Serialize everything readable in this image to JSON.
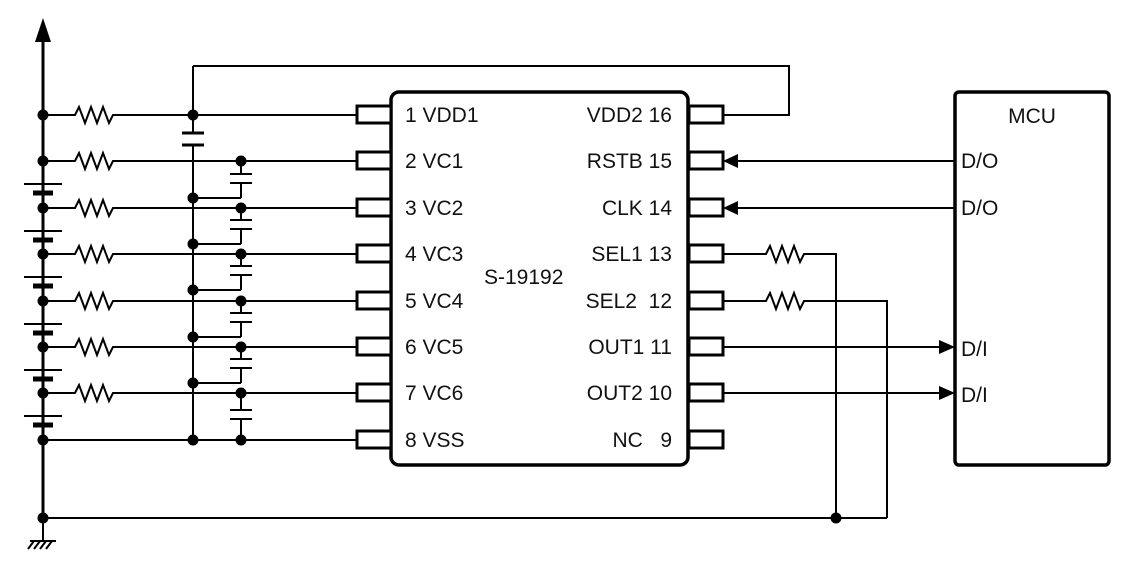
{
  "chip": {
    "name": "S-19192",
    "left_pins": [
      "1 VDD1",
      "2 VC1",
      "3 VC2",
      "4 VC3",
      "5 VC4",
      "6 VC5",
      "7 VC6",
      "8 VSS"
    ],
    "right_pins": [
      "VDD2 16",
      "RSTB 15",
      "CLK 14",
      "SEL1 13",
      "SEL2  12",
      "OUT1 11",
      "OUT2 10",
      "NC   9"
    ]
  },
  "mcu": {
    "title": "MCU",
    "ports": [
      "D/O",
      "D/O",
      "D/I",
      "D/I"
    ]
  }
}
